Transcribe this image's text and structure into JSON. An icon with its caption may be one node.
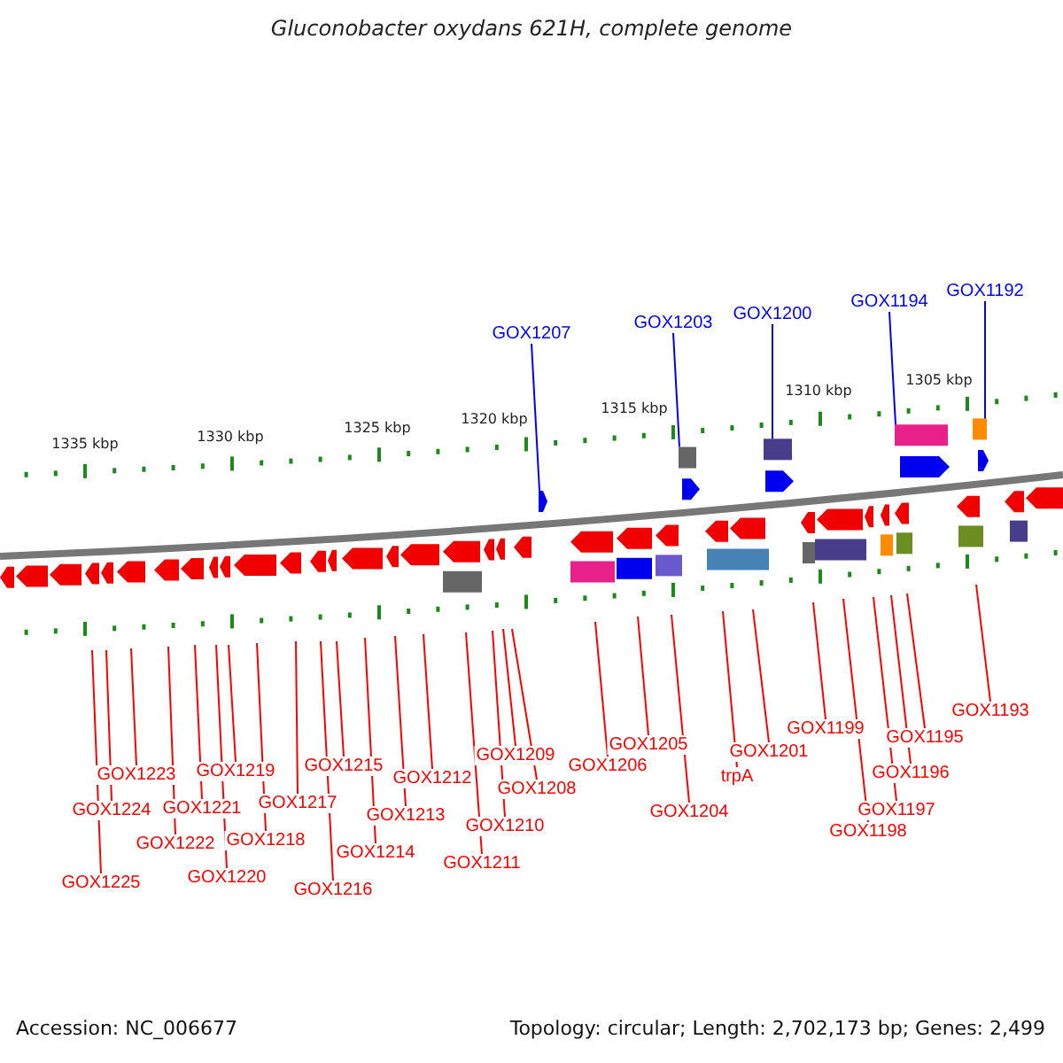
{
  "diagram": {
    "title": "Gluconobacter oxydans 621H, complete genome",
    "nodes": [
      {
        "text": [
          "GOX1207"
        ]
      },
      {
        "text": [
          "GOX1203"
        ]
      },
      {
        "text": [
          "GOX1200"
        ]
      },
      {
        "text": [
          "GOX1194"
        ]
      },
      {
        "text": [
          "GOX1192"
        ]
      },
      {
        "text": [
          "GOX1225"
        ]
      },
      {
        "text": [
          "GOX1224"
        ]
      },
      {
        "text": [
          "GOX1223"
        ]
      },
      {
        "text": [
          "GOX1222"
        ]
      },
      {
        "text": [
          "GOX1221"
        ]
      },
      {
        "text": [
          "GOX1220"
        ]
      },
      {
        "text": [
          "GOX1219"
        ]
      },
      {
        "text": [
          "GOX1218"
        ]
      },
      {
        "text": [
          "GOX1217"
        ]
      },
      {
        "text": [
          "GOX1216"
        ]
      },
      {
        "text": [
          "GOX1215"
        ]
      },
      {
        "text": [
          "GOX1214"
        ]
      },
      {
        "text": [
          "GOX1213"
        ]
      },
      {
        "text": [
          "GOX1212"
        ]
      },
      {
        "text": [
          "GOX1211"
        ]
      },
      {
        "text": [
          "GOX1210"
        ]
      },
      {
        "text": [
          "GOX1209"
        ]
      },
      {
        "text": [
          "GOX1208"
        ]
      },
      {
        "text": [
          "GOX1206"
        ]
      },
      {
        "text": [
          "GOX1205"
        ]
      },
      {
        "text": [
          "GOX1204"
        ]
      },
      {
        "text": [
          "trpA"
        ]
      },
      {
        "text": [
          "GOX1201"
        ]
      },
      {
        "text": [
          "GOX1199"
        ]
      },
      {
        "text": [
          "GOX1198"
        ]
      },
      {
        "text": [
          "GOX1197"
        ]
      },
      {
        "text": [
          "GOX1196"
        ]
      },
      {
        "text": [
          "GOX1195"
        ]
      },
      {
        "text": [
          "GOX1193"
        ]
      },
      {
        "text": [],
        "shape": "arrow"
      },
      {
        "text": [],
        "shape": "box"
      },
      {
        "text": [],
        "shape": "box"
      },
      {
        "text": [],
        "shape": "box"
      },
      {
        "text": [],
        "shape": "box"
      }
    ],
    "edges": [
      {
        "from": 0,
        "to": 34,
        "arrow": "none",
        "color": "#0000ff"
      },
      {
        "from": 1,
        "to": 35,
        "arrow": "none",
        "color": "#0000ff"
      },
      {
        "from": 2,
        "to": 36,
        "arrow": "none",
        "color": "#0000ff"
      },
      {
        "from": 3,
        "to": 37,
        "arrow": "none",
        "color": "#0000ff"
      },
      {
        "from": 4,
        "to": 38,
        "arrow": "none",
        "color": "#0000ff"
      },
      {
        "from": 5,
        "to": null,
        "arrow": "none"
      },
      {
        "from": 6,
        "to": null,
        "arrow": "none"
      },
      {
        "from": 7,
        "to": null,
        "arrow": "none"
      },
      {
        "from": 8,
        "to": null,
        "arrow": "none"
      },
      {
        "from": 9,
        "to": null,
        "arrow": "none"
      },
      {
        "from": 10,
        "to": null,
        "arrow": "none"
      },
      {
        "from": 11,
        "to": null,
        "arrow": "none"
      },
      {
        "from": 12,
        "to": null,
        "arrow": "none"
      },
      {
        "from": 13,
        "to": null,
        "arrow": "none"
      },
      {
        "from": 14,
        "to": null,
        "arrow": "none"
      },
      {
        "from": 15,
        "to": null,
        "arrow": "none"
      },
      {
        "from": 16,
        "to": null,
        "arrow": "none"
      },
      {
        "from": 17,
        "to": null,
        "arrow": "none"
      },
      {
        "from": 18,
        "to": null,
        "arrow": "none"
      },
      {
        "from": 19,
        "to": null,
        "arrow": "none"
      },
      {
        "from": 20,
        "to": null,
        "arrow": "none"
      },
      {
        "from": 21,
        "to": null,
        "arrow": "none"
      },
      {
        "from": 22,
        "to": null,
        "arrow": "none"
      },
      {
        "from": 23,
        "to": null,
        "arrow": "none"
      },
      {
        "from": 24,
        "to": null,
        "arrow": "none"
      },
      {
        "from": 25,
        "to": null,
        "arrow": "none"
      },
      {
        "from": 26,
        "to": null,
        "arrow": "none"
      },
      {
        "from": 27,
        "to": null,
        "arrow": "none"
      },
      {
        "from": 28,
        "to": null,
        "arrow": "none"
      },
      {
        "from": 29,
        "to": null,
        "arrow": "none"
      },
      {
        "from": 30,
        "to": null,
        "arrow": "none"
      },
      {
        "from": 31,
        "to": null,
        "arrow": "none"
      },
      {
        "from": 32,
        "to": null,
        "arrow": "none"
      },
      {
        "from": 33,
        "to": null,
        "arrow": "none"
      }
    ],
    "labels": [
      "1335 kbp",
      "1330 kbp",
      "1325 kbp",
      "1320 kbp",
      "1315 kbp",
      "1310 kbp",
      "1305 kbp",
      "Accession: NC_006677",
      "Topology: circular; Length: 2,702,173 bp; Genes: 2,499"
    ]
  }
}
